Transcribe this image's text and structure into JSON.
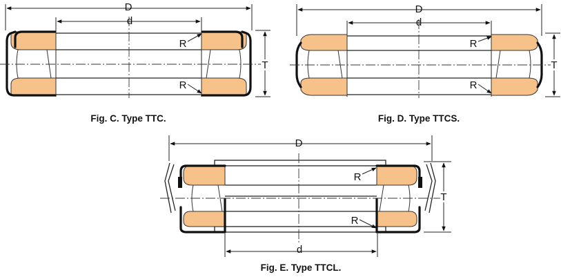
{
  "figures": [
    {
      "id": "fig-c",
      "caption": "Fig. C. Type TTC.",
      "outer_dim": "D",
      "inner_dim": "d",
      "height_dim": "T",
      "radius_top": "R",
      "radius_bottom": "R"
    },
    {
      "id": "fig-d",
      "caption": "Fig. D. Type TTCS.",
      "outer_dim": "D",
      "inner_dim": "d",
      "height_dim": "T",
      "radius_top": "R",
      "radius_bottom": "R"
    },
    {
      "id": "fig-e",
      "caption": "Fig. E. Type TTCL.",
      "outer_dim": "D",
      "inner_dim": "d",
      "height_dim": "T",
      "radius_top": "R",
      "radius_bottom": "R"
    }
  ],
  "colors": {
    "race": "#f7c28a",
    "line": "#111111"
  }
}
